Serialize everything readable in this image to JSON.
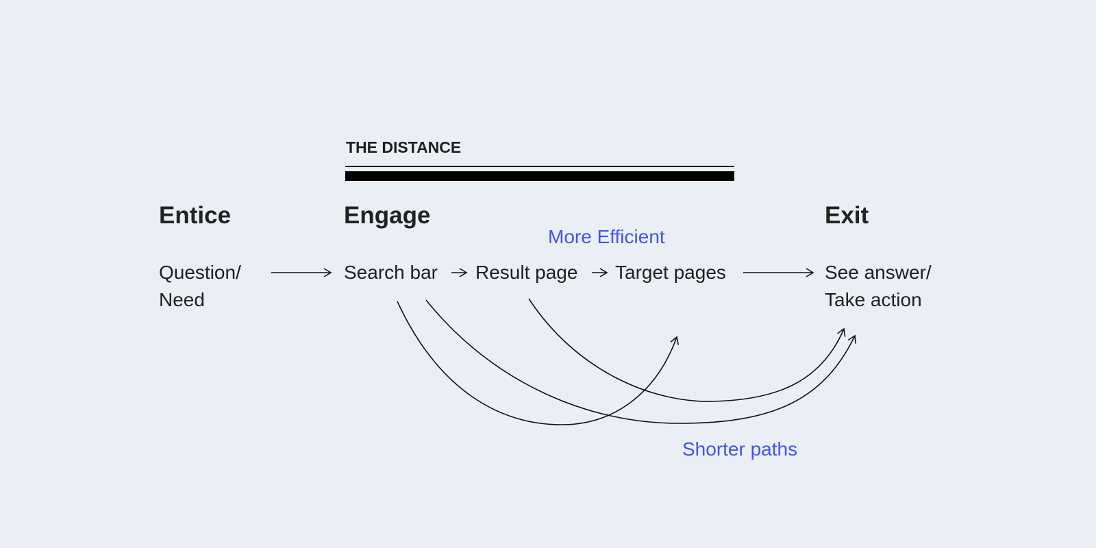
{
  "header": {
    "title": "THE DISTANCE"
  },
  "stages": {
    "entice": "Entice",
    "engage": "Engage",
    "exit": "Exit"
  },
  "nodes": {
    "question_line1": "Question/",
    "question_line2": "Need",
    "search_bar": "Search bar",
    "result_page": "Result page",
    "target_pages": "Target pages",
    "answer_line1": "See answer/",
    "answer_line2": "Take action"
  },
  "annotations": {
    "more_efficient": "More Efficient",
    "shorter_paths": "Shorter paths"
  },
  "colors": {
    "background": "#eaeff5",
    "text": "#222222",
    "accent_blue": "#4354e8"
  }
}
